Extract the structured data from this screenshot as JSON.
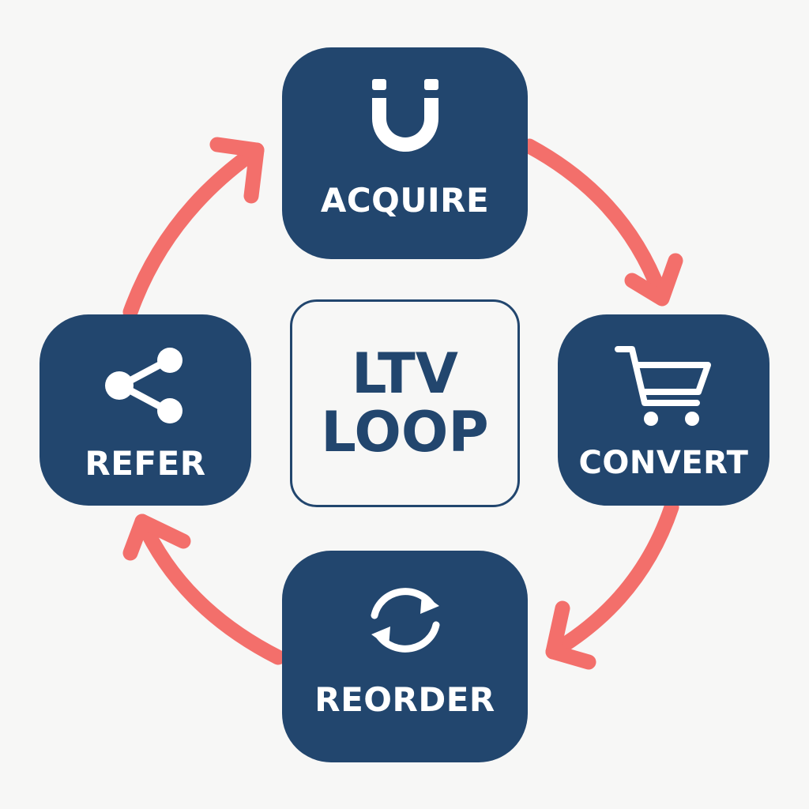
{
  "colors": {
    "node_fill": "#22466e",
    "arrow": "#f36f6b",
    "background": "#f7f7f6",
    "center_border": "#22466e"
  },
  "center": {
    "line1": "LTV",
    "line2": "LOOP"
  },
  "nodes": [
    {
      "id": "acquire",
      "label": "ACQUIRE",
      "icon": "magnet-icon"
    },
    {
      "id": "convert",
      "label": "CONVERT",
      "icon": "shopping-cart-icon"
    },
    {
      "id": "reorder",
      "label": "REORDER",
      "icon": "refresh-icon"
    },
    {
      "id": "refer",
      "label": "REFER",
      "icon": "share-icon"
    }
  ],
  "flow": [
    {
      "from": "ACQUIRE",
      "to": "CONVERT"
    },
    {
      "from": "CONVERT",
      "to": "REORDER"
    },
    {
      "from": "REORDER",
      "to": "REFER"
    },
    {
      "from": "REFER",
      "to": "ACQUIRE"
    }
  ]
}
